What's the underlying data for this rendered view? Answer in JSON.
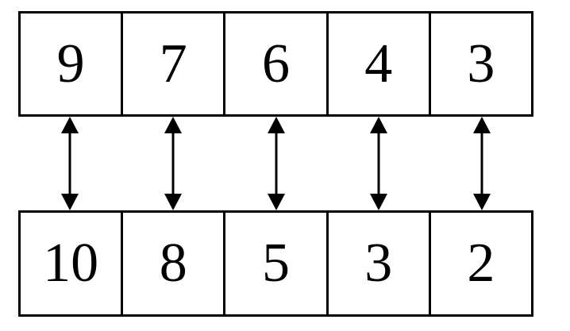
{
  "diagram": {
    "description_visible": false,
    "rows": {
      "top": {
        "values": [
          9,
          7,
          6,
          4,
          3
        ]
      },
      "bottom": {
        "values": [
          10,
          8,
          5,
          3,
          2
        ]
      }
    },
    "connectors": {
      "icon": "double-headed-vertical-arrow",
      "count": 5
    },
    "colors": {
      "background": "#ffffff",
      "line": "#000000",
      "text": "#000000"
    }
  }
}
